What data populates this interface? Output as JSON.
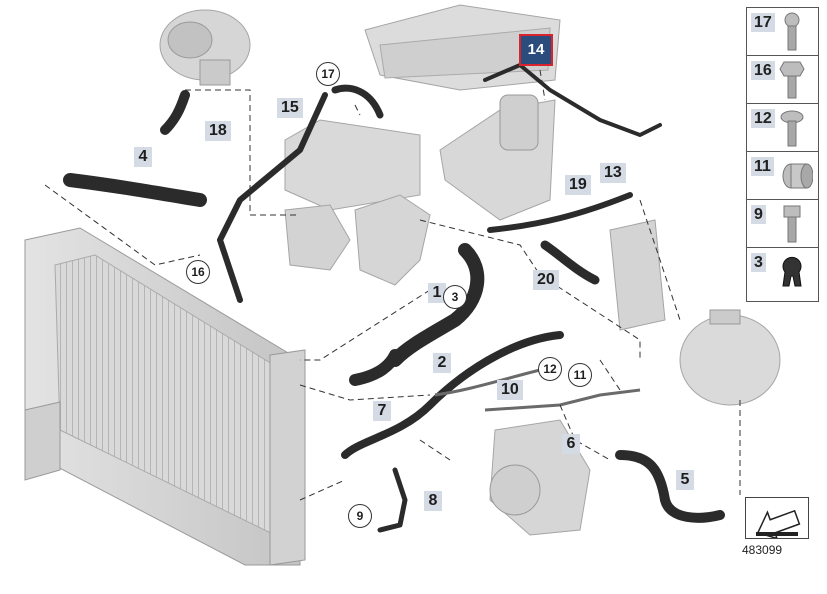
{
  "highlighted_part": "14",
  "diagram_number": "483099",
  "callouts": [
    {
      "id": "c1",
      "text": "1"
    },
    {
      "id": "c2",
      "text": "2"
    },
    {
      "id": "c3",
      "text": "3"
    },
    {
      "id": "c4",
      "text": "4"
    },
    {
      "id": "c5",
      "text": "5"
    },
    {
      "id": "c6",
      "text": "6"
    },
    {
      "id": "c7",
      "text": "7"
    },
    {
      "id": "c8",
      "text": "8"
    },
    {
      "id": "c9",
      "text": "9"
    },
    {
      "id": "c10",
      "text": "10"
    },
    {
      "id": "c11",
      "text": "11"
    },
    {
      "id": "c12",
      "text": "12"
    },
    {
      "id": "c13",
      "text": "13"
    },
    {
      "id": "c14",
      "text": "14"
    },
    {
      "id": "c15",
      "text": "15"
    },
    {
      "id": "c16",
      "text": "16"
    },
    {
      "id": "c17",
      "text": "17"
    },
    {
      "id": "c18",
      "text": "18"
    },
    {
      "id": "c19",
      "text": "19"
    },
    {
      "id": "c20",
      "text": "20"
    }
  ],
  "legend": [
    {
      "number": "17",
      "icon": "torx-bolt-icon"
    },
    {
      "number": "16",
      "icon": "hex-bolt-icon"
    },
    {
      "number": "12",
      "icon": "flange-bolt-icon"
    },
    {
      "number": "11",
      "icon": "sleeve-icon"
    },
    {
      "number": "9",
      "icon": "screw-icon"
    },
    {
      "number": "3",
      "icon": "clamp-icon"
    }
  ],
  "colors": {
    "label_box": "#d4dbe4",
    "highlight_fill": "#2a4d7d",
    "highlight_border": "#d8242c",
    "hose": "#2b2b2b",
    "part_gray": "#c8c8c8"
  }
}
